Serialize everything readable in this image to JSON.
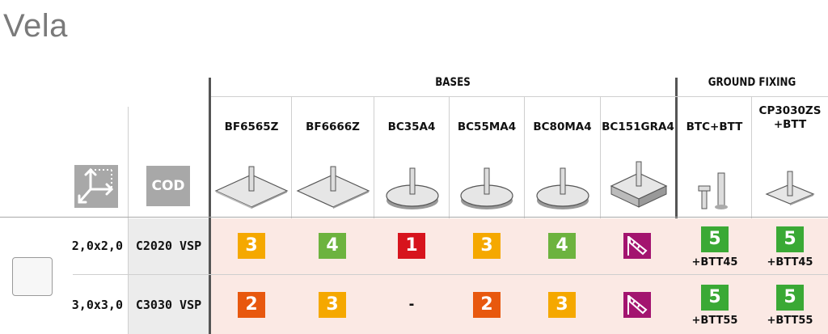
{
  "title": "Vela",
  "groups": {
    "bases": "BASES",
    "ground_fixing": "GROUND FIXING"
  },
  "header_cod": "COD",
  "columns": [
    {
      "label": "BF6565Z"
    },
    {
      "label": "BF6666Z"
    },
    {
      "label": "BC35A4"
    },
    {
      "label": "BC55MA4"
    },
    {
      "label": "BC80MA4"
    },
    {
      "label": "BC151GRA4"
    },
    {
      "label": "BTC+BTT"
    },
    {
      "label_line1": "CP3030ZS",
      "label_line2": "+BTT"
    }
  ],
  "rows": [
    {
      "size": "2,0x2,0",
      "code": "C2020 VSP",
      "cells": [
        {
          "value": "3",
          "color": "#f5a800"
        },
        {
          "value": "4",
          "color": "#6db33f"
        },
        {
          "value": "1",
          "color": "#d7141d"
        },
        {
          "value": "3",
          "color": "#f5a800"
        },
        {
          "value": "4",
          "color": "#6db33f"
        },
        {
          "icon": "windsock-icon",
          "color": "#a3146f"
        },
        {
          "value": "5",
          "color": "#3aa935",
          "sub": "+BTT45"
        },
        {
          "value": "5",
          "color": "#3aa935",
          "sub": "+BTT45"
        }
      ]
    },
    {
      "size": "3,0x3,0",
      "code": "C3030 VSP",
      "cells": [
        {
          "value": "2",
          "color": "#e8580e"
        },
        {
          "value": "3",
          "color": "#f5a800"
        },
        {
          "value": "-"
        },
        {
          "value": "2",
          "color": "#e8580e"
        },
        {
          "value": "3",
          "color": "#f5a800"
        },
        {
          "icon": "windsock-icon",
          "color": "#a3146f"
        },
        {
          "value": "5",
          "color": "#3aa935",
          "sub": "+BTT55"
        },
        {
          "value": "5",
          "color": "#3aa935",
          "sub": "+BTT55"
        }
      ]
    }
  ]
}
